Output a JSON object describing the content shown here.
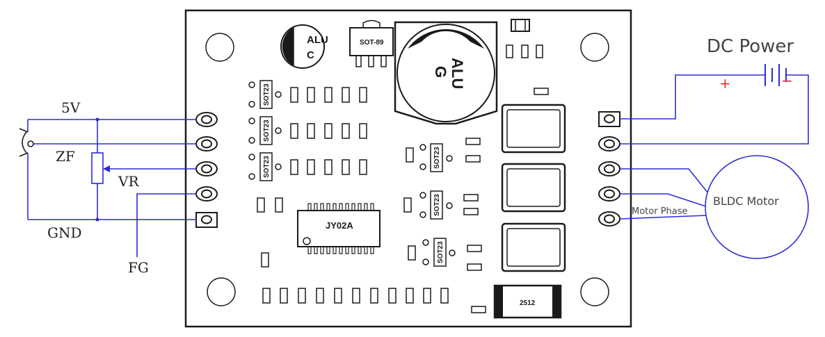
{
  "labels": {
    "power": "DC Power",
    "plus": "+",
    "minus": "−",
    "motor": "BLDC Motor",
    "motor_phase": "Motor Phase",
    "v5": "5V",
    "zf": "ZF",
    "vr": "VR",
    "gnd": "GND",
    "fg": "FG"
  },
  "board": {
    "cap_small": [
      "ALU",
      "C"
    ],
    "cap_big": [
      "ALU",
      "G"
    ],
    "regulator": "SOT-89",
    "chip": "JY02A",
    "sot": "SOT23",
    "resistor": "2512"
  },
  "colors": {
    "wire": "#2b2bd6",
    "plus": "#e03030",
    "minus": "#e03030",
    "outline": "#1a1a1a",
    "label": "#222222"
  }
}
